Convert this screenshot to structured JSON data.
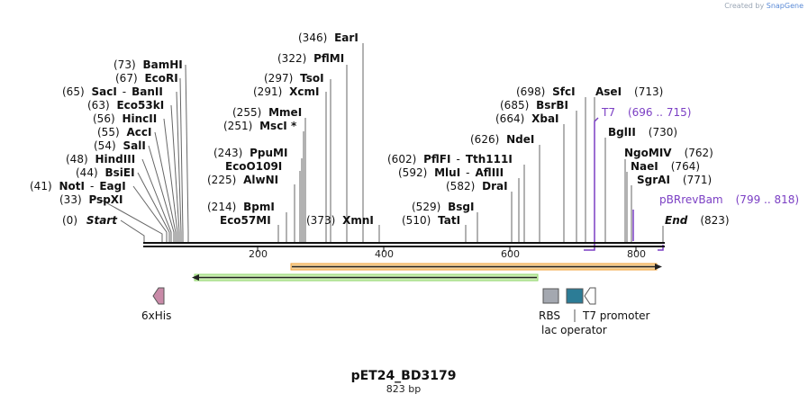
{
  "credit": {
    "prefix": "Created by",
    "brand": "SnapGene"
  },
  "title": "pET24_BD3179",
  "length_label": "823 bp",
  "scale": {
    "ticks": [
      "200",
      "400",
      "600",
      "800"
    ]
  },
  "sites_left": [
    {
      "pos": "(0)",
      "name": "Start",
      "italic": true
    },
    {
      "pos": "(33)",
      "name": "PspXI"
    },
    {
      "pos": "(41)",
      "name": "NotI",
      "sep": "-",
      "name2": "EagI"
    },
    {
      "pos": "(44)",
      "name": "BsiEI"
    },
    {
      "pos": "(48)",
      "name": "HindIII"
    },
    {
      "pos": "(54)",
      "name": "SalI"
    },
    {
      "pos": "(55)",
      "name": "AccI"
    },
    {
      "pos": "(56)",
      "name": "HincII"
    },
    {
      "pos": "(63)",
      "name": "Eco53kI"
    },
    {
      "pos": "(65)",
      "name": "SacI",
      "sep": "-",
      "name2": "BanII"
    },
    {
      "pos": "(67)",
      "name": "EcoRI"
    },
    {
      "pos": "(73)",
      "name": "BamHI"
    }
  ],
  "sites_mid": [
    {
      "pos": "(214)",
      "name": "BpmI"
    },
    {
      "pos": "",
      "name": "Eco57MI"
    },
    {
      "pos": "(225)",
      "name": "AlwNI"
    },
    {
      "pos": "",
      "name": "EcoO109I"
    },
    {
      "pos": "(243)",
      "name": "PpuMI"
    },
    {
      "pos": "(251)",
      "name": "MscI *"
    },
    {
      "pos": "(255)",
      "name": "MmeI"
    },
    {
      "pos": "(291)",
      "name": "XcmI"
    },
    {
      "pos": "(297)",
      "name": "TsoI"
    },
    {
      "pos": "(322)",
      "name": "PflMI"
    },
    {
      "pos": "(346)",
      "name": "EarI"
    },
    {
      "pos": "(373)",
      "name": "XmnI"
    }
  ],
  "sites_right": [
    {
      "pos": "(510)",
      "name": "TatI"
    },
    {
      "pos": "(529)",
      "name": "BsgI"
    },
    {
      "pos": "(582)",
      "name": "DraI"
    },
    {
      "pos": "(592)",
      "name": "MluI",
      "sep": "-",
      "name2": "AflIII"
    },
    {
      "pos": "(602)",
      "name": "PflFI",
      "sep": "-",
      "name2": "Tth111I"
    },
    {
      "pos": "(626)",
      "name": "NdeI"
    },
    {
      "pos": "(664)",
      "name": "XbaI"
    },
    {
      "pos": "(685)",
      "name": "BsrBI"
    },
    {
      "pos": "(698)",
      "name": "SfcI"
    },
    {
      "name": "AseI",
      "pos": "(713)"
    },
    {
      "name": "BglII",
      "pos": "(730)"
    },
    {
      "name": "NgoMIV",
      "pos": "(762)"
    },
    {
      "name": "NaeI",
      "pos": "(764)"
    },
    {
      "name": "SgrAI",
      "pos": "(771)"
    },
    {
      "name": "End",
      "pos": "(823)",
      "italic": true
    }
  ],
  "primers": [
    {
      "name": "T7",
      "range": "(696 .. 715)"
    },
    {
      "name": "pBRrevBam",
      "range": "(799 .. 818)"
    }
  ],
  "features": [
    {
      "name": "6xHis",
      "color": "#c98aa8"
    },
    {
      "name": "RBS",
      "color": "#a4a8b0"
    },
    {
      "name": "lac operator",
      "color": "#2c7c96"
    },
    {
      "name": "T7 promoter",
      "color": "#ffffff"
    }
  ],
  "orf_colors": {
    "orange": "#f0a33c",
    "green": "#8fd66a"
  }
}
